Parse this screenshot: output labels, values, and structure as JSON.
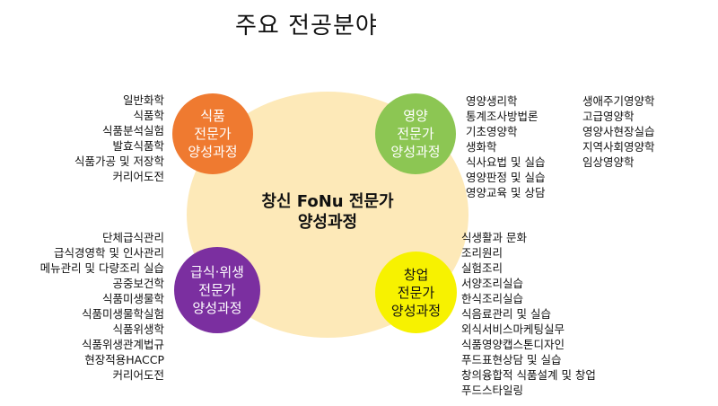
{
  "title": "주요 전공분야",
  "colors": {
    "center": "#fde9b8",
    "food": "#ef7a30",
    "nutrition": "#8cc653",
    "meal": "#7b2fa0",
    "startup": "#f7f200"
  },
  "center": {
    "line1": "창신 FoNu 전문가",
    "line2": "양성과정"
  },
  "circles": {
    "food": {
      "lines": [
        "식품",
        "전문가",
        "양성과정"
      ]
    },
    "nutrition": {
      "lines": [
        "영양",
        "전문가",
        "양성과정"
      ]
    },
    "meal": {
      "lines": [
        "급식·위생",
        "전문가",
        "양성과정"
      ]
    },
    "startup": {
      "lines": [
        "창업",
        "전문가",
        "양성과정"
      ]
    }
  },
  "lists": {
    "food": [
      "일반화학",
      "식품학",
      "식품분석실험",
      "발효식품학",
      "식품가공 및 저장학",
      "커리어도전"
    ],
    "nutrition_a": [
      "영양생리학",
      "통계조사방법론",
      "기초영양학",
      "생화학",
      "식사요법 및 실습",
      "영양판정 및 실습",
      "영양교육 및 상담"
    ],
    "nutrition_b": [
      "생애주기영양학",
      "고급영양학",
      "영양사현장실습",
      "지역사회영양학",
      "임상영양학"
    ],
    "meal": [
      "단체급식관리",
      "급식경영학 및 인사관리",
      "메뉴관리 및 다량조리 실습",
      "공중보건학",
      "식품미생물학",
      "식품미생물학실험",
      "식품위생학",
      "식품위생관계법규",
      "현장적용HACCP",
      "커리어도전"
    ],
    "startup": [
      "식생활과 문화",
      "조리원리",
      "실험조리",
      "서양조리실습",
      "한식조리실습",
      "식음료관리 및 실습",
      "외식서비스마케팅실무",
      "식품영양캡스톤디자인",
      "푸드표현상담 및 실습",
      "창의융합적 식품설계 및 창업",
      "푸드스타일링"
    ]
  }
}
